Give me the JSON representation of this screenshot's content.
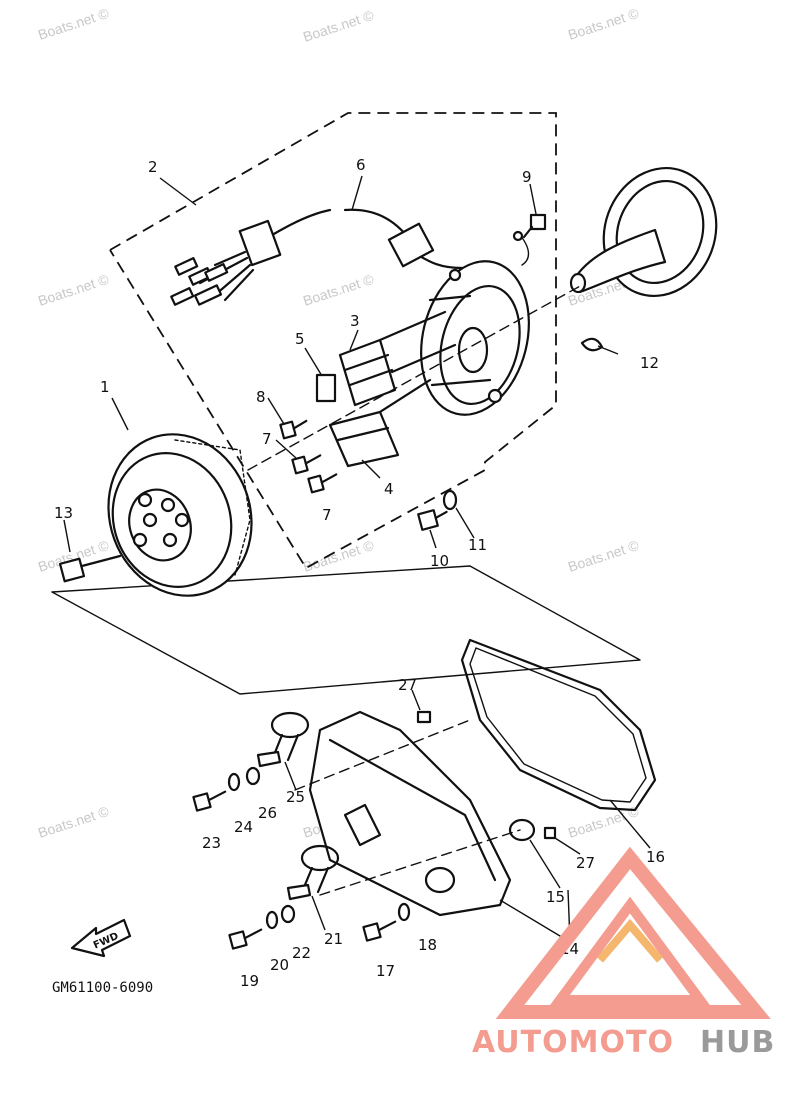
{
  "diagram": {
    "part_code": "GM61100-6090",
    "fwd_label": "FWD",
    "callouts": [
      "1",
      "2",
      "3",
      "4",
      "5",
      "6",
      "7",
      "7",
      "8",
      "9",
      "10",
      "11",
      "12",
      "13",
      "14",
      "15",
      "16",
      "17",
      "18",
      "19",
      "20",
      "21",
      "22",
      "23",
      "24",
      "25",
      "26",
      "27",
      "27"
    ]
  },
  "watermarks": [
    "Boats.net ©",
    "Boats.net ©",
    "Boats.net ©",
    "Boats.net ©",
    "Boats.net ©",
    "Boats.net ©",
    "Boats.net ©",
    "Boats.net ©",
    "Boats.net ©",
    "Boats.net ©",
    "Boats.net ©",
    "Boats.net ©"
  ],
  "logo": {
    "brand_part1": "AUTOMOTO",
    "brand_part2": "HUB",
    "color_primary": "#f39c8f",
    "color_secondary": "#9a9a9a",
    "color_accent": "#f5b66e"
  }
}
